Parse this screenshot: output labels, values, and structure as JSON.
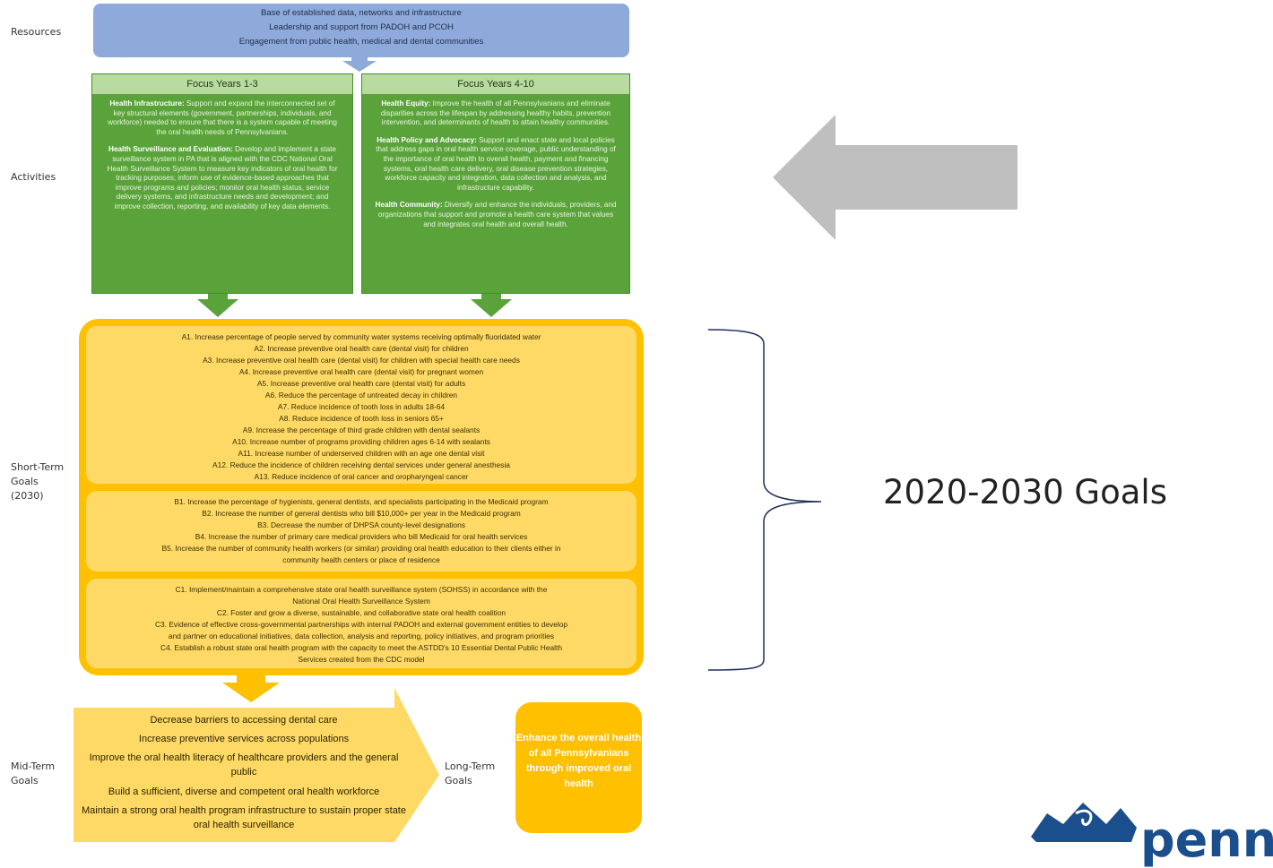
{
  "side_labels": {
    "resources": "Resources",
    "activities": "Activities",
    "short_term": [
      "Short-Term",
      "Goals",
      "(2030)"
    ],
    "mid_term": [
      "Mid-Term",
      "Goals"
    ],
    "long_term": [
      "Long-Term",
      "Goals"
    ]
  },
  "resources": [
    "Base of established data, networks and infrastructure",
    "Leadership and support from PADOH and PCOH",
    "Engagement from public health, medical and dental communities"
  ],
  "focus_left": {
    "title": "Focus Years 1-3",
    "items": [
      {
        "head": "Health Infrastructure:",
        "text": " Support and expand the interconnected set of key structural elements (government, partnerships, individuals, and workforce) needed to ensure that there is a system capable of meeting the oral health needs of Pennsylvanians."
      },
      {
        "head": "Health Surveillance and Evaluation:",
        "text": " Develop and implement a state surveillance system in PA that is aligned with the CDC National Oral Health Surveillance System to measure key indicators of oral health for tracking purposes; inform use of evidence-based approaches that improve programs and policies; monitor oral health status, service delivery systems, and infrastructure needs and development; and improve collection, reporting, and availability of key data elements."
      }
    ]
  },
  "focus_right": {
    "title": "Focus Years 4-10",
    "items": [
      {
        "head": "Health Equity:",
        "text": " Improve the health of all Pennsylvanians and eliminate disparities across the lifespan by addressing healthy habits, prevention intervention, and determinants of health to attain healthy communities."
      },
      {
        "head": "Health Policy and Advocacy:",
        "text": " Support and enact state and local policies that address gaps in oral health service coverage, public understanding of the importance of oral health to overall health, payment and financing systems, oral health care delivery, oral disease prevention strategies, workforce capacity and integration, data collection and analysis, and infrastructure capability."
      },
      {
        "head": "Health Community:",
        "text": " Diversify and enhance the individuals, providers, and organizations that support and promote a health care system that values and integrates oral health and overall health."
      }
    ]
  },
  "goals_a": [
    "A1. Increase percentage of people served by community water systems receiving optimally fluoridated water",
    "A2. Increase preventive oral health care (dental visit) for children",
    "A3. Increase preventive oral health care (dental visit) for children with special health care needs",
    "A4. Increase preventive oral health care (dental visit) for pregnant women",
    "A5. Increase preventive oral health care (dental visit) for adults",
    "A6. Reduce the percentage of untreated decay in children",
    "A7. Reduce incidence of tooth loss in adults 18-64",
    "A8. Reduce incidence of tooth loss in seniors 65+",
    "A9. Increase the percentage of third grade children with dental sealants",
    "A10. Increase number of programs providing children ages 6-14 with sealants",
    "A11. Increase number of underserved children with an age one dental visit",
    "A12. Reduce the incidence of children receiving dental services under general anesthesia",
    "A13. Reduce incidence of oral cancer and oropharyngeal cancer"
  ],
  "goals_b": [
    "B1. Increase the percentage of hygienists, general dentists, and specialists participating in the Medicaid program",
    "B2. Increase the number of general dentists who bill $10,000+ per year in the Medicaid program",
    "B3. Decrease the number of DHPSA county-level designations",
    "B4. Increase the number of primary care medical providers who bill Medicaid for oral health services",
    "B5. Increase the number of community health workers (or similar) providing oral health education to their clients either in",
    "community health centers or place of residence"
  ],
  "goals_c": [
    "C1. Implement/maintain a comprehensive state oral health surveillance system (SOHSS) in accordance with the",
    "National Oral Health Surveillance System",
    "C2. Foster and grow a diverse, sustainable, and collaborative state oral health coalition",
    "C3. Evidence of effective cross-governmental partnerships with internal PADOH and external government entities to develop",
    "and partner on educational initiatives, data collection, analysis and reporting, policy initiatives, and program priorities",
    "C4. Establish a robust state oral health program with the capacity to meet the ASTDD's 10 Essential Dental Public Health",
    "Services created from the CDC model"
  ],
  "mid_term_items": [
    "Decrease barriers to accessing dental care",
    "Increase preventive services across populations",
    "Improve the oral health literacy of healthcare providers and the general public",
    "Build a sufficient, diverse and competent oral health workforce",
    "Maintain a strong oral health program infrastructure to sustain proper state oral health surveillance"
  ],
  "long_term_text": "Enhance the overall health of all Pennsylvanians through improved oral health",
  "goals_title": "2020-2030 Goals",
  "logo_text": "penns",
  "colors": {
    "resources": "#8eaadb",
    "activities": "#5aa33a",
    "goals": "#ffc000",
    "arrow_gray": "#bfbfbf",
    "brace": "#1f2d5a"
  }
}
